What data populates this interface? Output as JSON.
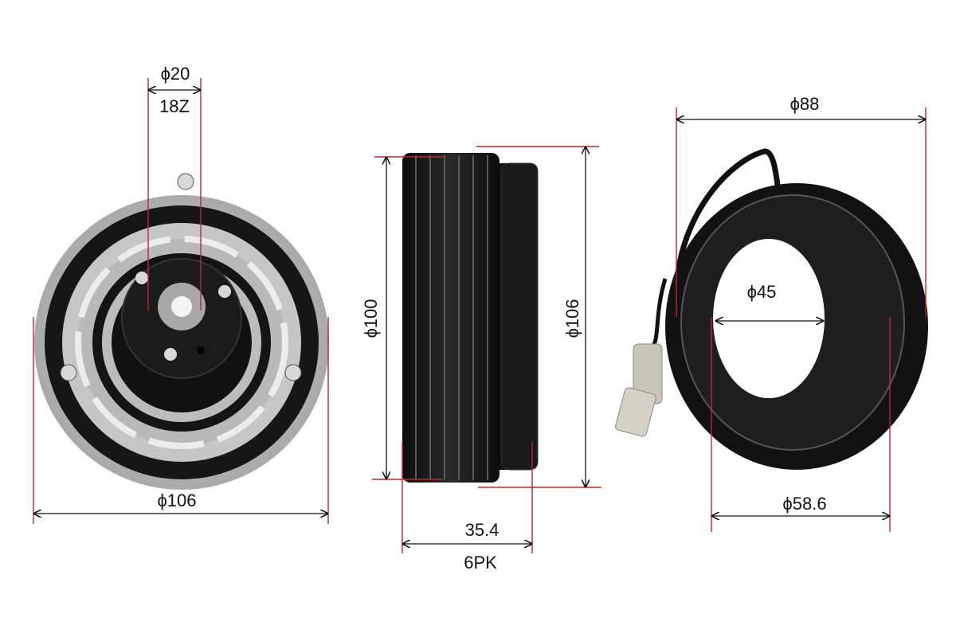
{
  "views": {
    "front": {
      "shaft_diameter": "ϕ20",
      "spline_teeth": "18Z",
      "plate_diameter": "ϕ106"
    },
    "side": {
      "pulley_diameter": "ϕ100",
      "outer_diameter": "ϕ106",
      "width": "35.4",
      "belt_type": "6PK"
    },
    "coil": {
      "outer_diameter": "ϕ88",
      "inner_diameter": "ϕ45",
      "body_diameter": "ϕ58.6"
    }
  },
  "colors": {
    "dimension_line": "#c0262b",
    "arrow_line": "#111111",
    "part_black": "#141414",
    "metal": "#c9c9c9"
  }
}
